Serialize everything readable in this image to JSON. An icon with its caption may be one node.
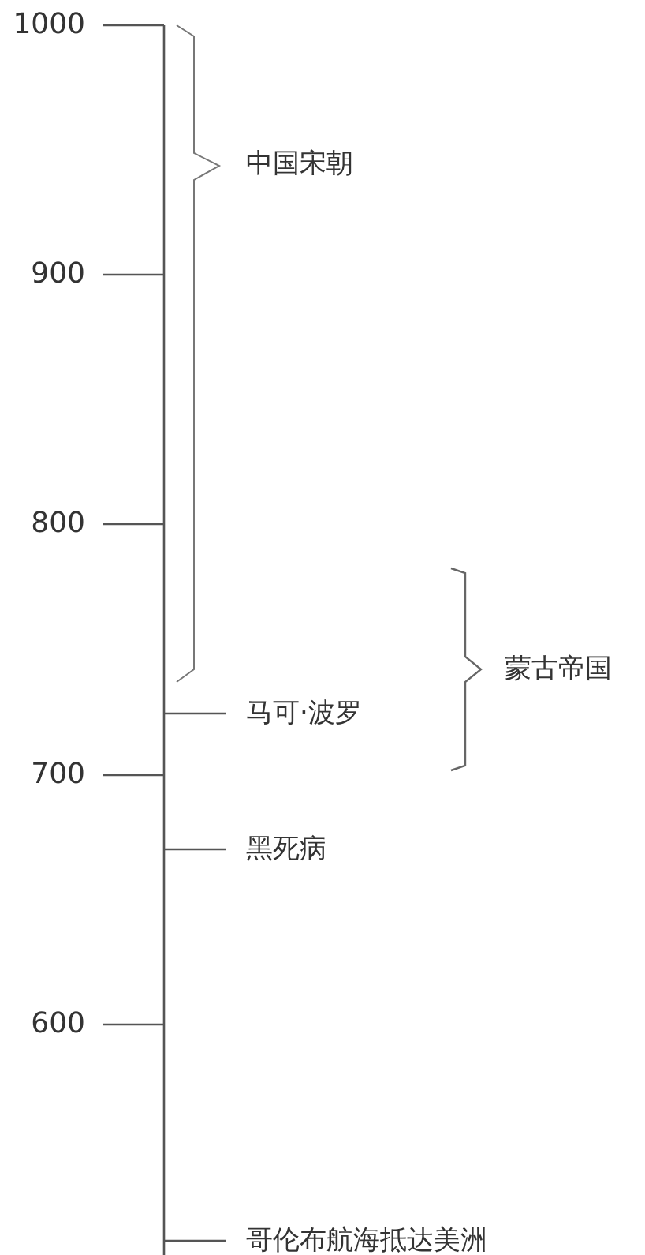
{
  "diagram": {
    "labels": [
      "1000",
      "中国宋朝",
      "900",
      "800",
      "蒙古帝国",
      "马可·波罗",
      "700",
      "黑死病",
      "600",
      "哥伦布航海抵达美洲"
    ]
  }
}
